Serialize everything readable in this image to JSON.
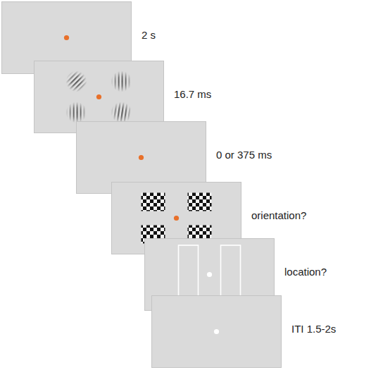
{
  "diagram": {
    "labels": [
      "2 s",
      "16.7 ms",
      "0 or 375 ms",
      "orientation?",
      "location?",
      "ITI 1.5-2s"
    ]
  }
}
